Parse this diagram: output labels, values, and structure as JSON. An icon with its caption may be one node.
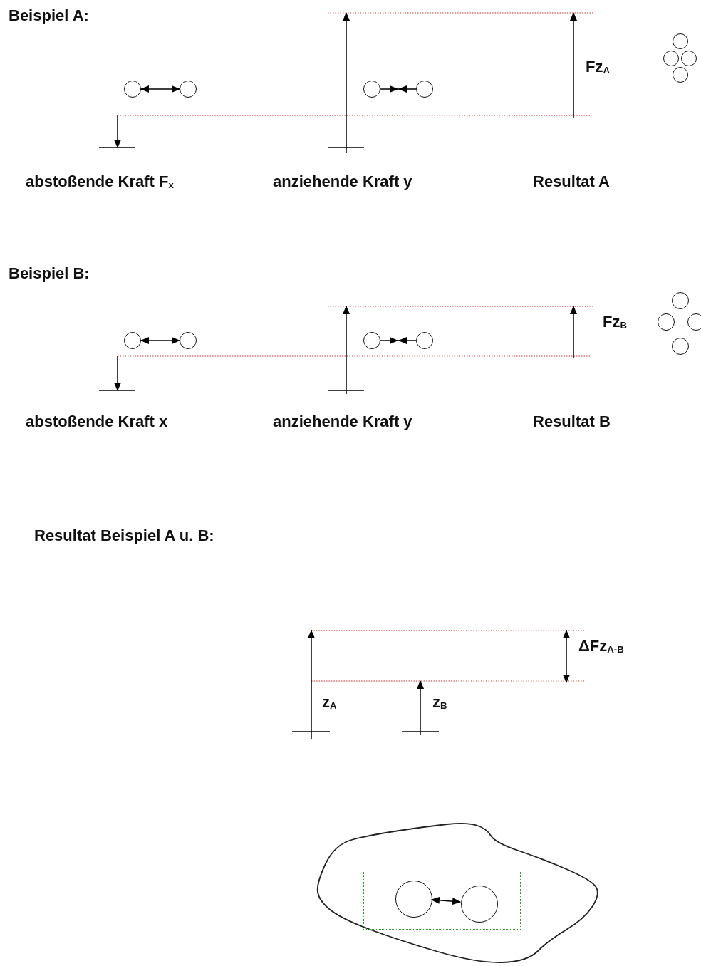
{
  "diagram": {
    "nodes": [
      {
        "text": [],
        "shape": "circle"
      },
      {
        "text": [],
        "shape": "circle"
      },
      {
        "text": [],
        "shape": "circle"
      },
      {
        "text": [],
        "shape": "circle"
      },
      {
        "text": [],
        "shape": "circle"
      },
      {
        "text": [],
        "shape": "circle"
      },
      {
        "text": [],
        "shape": "circle"
      },
      {
        "text": [],
        "shape": "circle"
      },
      {
        "text": [],
        "shape": "circle"
      },
      {
        "text": [],
        "shape": "circle"
      },
      {
        "text": [],
        "shape": "circle"
      },
      {
        "text": [],
        "shape": "circle"
      },
      {
        "text": [],
        "shape": "circle"
      },
      {
        "text": [],
        "shape": "circle"
      },
      {
        "text": [],
        "shape": "circle"
      },
      {
        "text": [],
        "shape": "circle"
      },
      {
        "text": [],
        "shape": "cloud"
      },
      {
        "text": [],
        "shape": "box",
        "in": 16
      },
      {
        "text": [],
        "shape": "circle",
        "in": 17
      },
      {
        "text": [],
        "shape": "circle",
        "in": 17
      }
    ],
    "edges": [
      {
        "from": 0,
        "to": 1,
        "arrow": "both"
      },
      {
        "from": 2,
        "to": 3,
        "arrow": "other"
      },
      {
        "from": 8,
        "to": 9,
        "arrow": "both"
      },
      {
        "from": 10,
        "to": 11,
        "arrow": "other"
      },
      {
        "from": 18,
        "to": 19,
        "arrow": "both"
      }
    ],
    "labels": [
      "Beispiel A:",
      "Fz$_{A}$",
      "abstoßende Kraft F$_{x}$",
      "anziehende Kraft y",
      "Resultat A",
      "Beispiel B:",
      "Fz$_{B}$",
      "abstoßende Kraft x",
      "anziehende Kraft y",
      "Resultat B",
      "Resultat Beispiel A u. B:",
      "ΔFz$_{A-B}$",
      "z$_{A}$",
      "z$_{B}$"
    ]
  }
}
